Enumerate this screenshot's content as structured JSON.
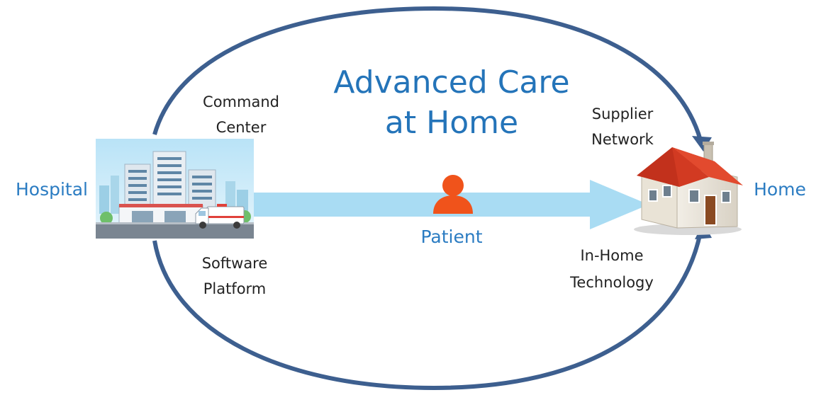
{
  "title": {
    "line1": "Advanced Care",
    "line2": "at Home"
  },
  "nodes": {
    "hospital": "Hospital",
    "home": "Home",
    "patient": "Patient"
  },
  "components": {
    "command_center": {
      "line1": "Command",
      "line2": "Center"
    },
    "supplier_network": {
      "line1": "Supplier",
      "line2": "Network"
    },
    "software_platform": {
      "line1": "Software",
      "line2": "Platform"
    },
    "in_home_technology": {
      "line1": "In-Home",
      "line2": "Technology"
    }
  },
  "colors": {
    "ellipse": "#3d5f8f",
    "main_arrow": "#a9dcf3",
    "patient_icon": "#f0531b",
    "title_text": "#2474b9",
    "label_blue": "#2b7cc2",
    "roof": "#d23a22"
  }
}
